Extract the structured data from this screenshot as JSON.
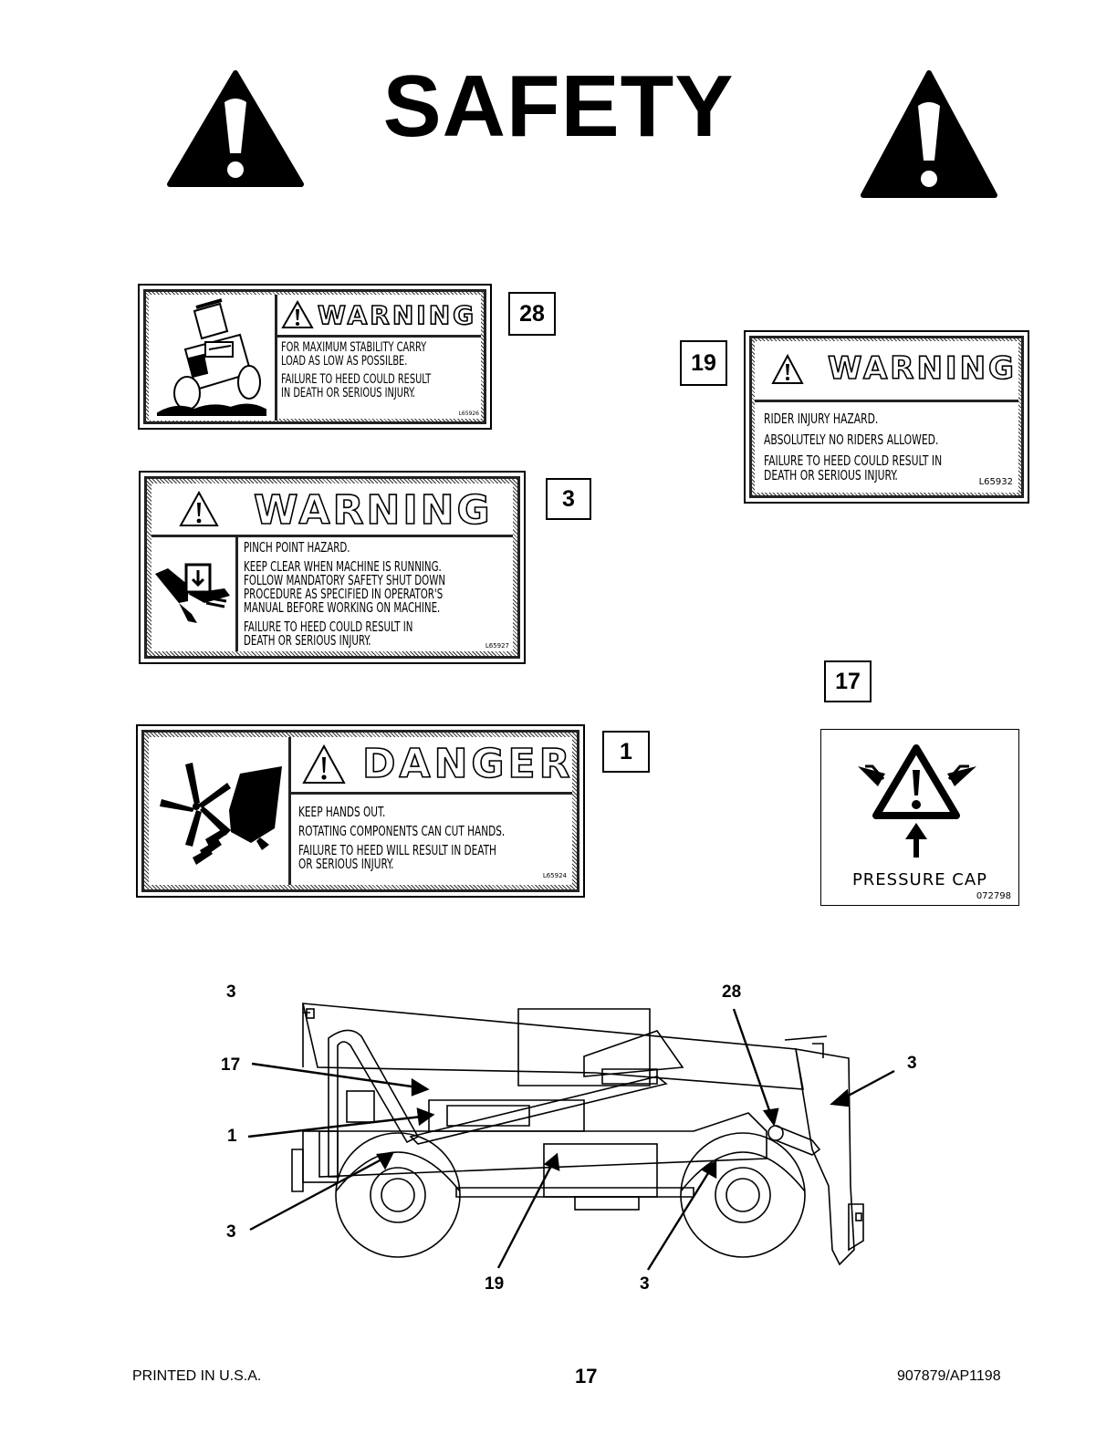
{
  "page": {
    "title": "SAFETY",
    "footer_left": "PRINTED IN U.S.A.",
    "page_number": "17",
    "footer_right": "907879/AP1198"
  },
  "decals": {
    "d28": {
      "callout": "28",
      "header": "WARNING",
      "lines": [
        "FOR MAXIMUM STABILITY CARRY",
        "LOAD AS LOW AS POSSILBE.",
        "FAILURE TO HEED COULD RESULT",
        "IN DEATH OR SERIOUS INJURY."
      ],
      "code": "L65926"
    },
    "d19": {
      "callout": "19",
      "header": "WARNING",
      "lines": [
        "RIDER INJURY HAZARD.",
        "ABSOLUTELY NO RIDERS ALLOWED.",
        "FAILURE TO HEED COULD RESULT IN",
        "DEATH OR SERIOUS INJURY."
      ],
      "code": "L65932"
    },
    "d3": {
      "callout": "3",
      "header": "WARNING",
      "lines": [
        "PINCH POINT HAZARD.",
        "KEEP CLEAR WHEN MACHINE IS RUNNING.",
        "FOLLOW MANDATORY SAFETY SHUT DOWN",
        "PROCEDURE AS SPECIFIED IN OPERATOR'S",
        "MANUAL BEFORE WORKING ON MACHINE.",
        "FAILURE TO HEED COULD RESULT IN",
        "DEATH OR SERIOUS INJURY."
      ],
      "code": "L65927"
    },
    "d1": {
      "callout": "1",
      "header": "DANGER",
      "lines": [
        "KEEP HANDS OUT.",
        "ROTATING COMPONENTS CAN CUT HANDS.",
        "FAILURE TO HEED WILL RESULT IN DEATH",
        "OR SERIOUS INJURY."
      ],
      "code": "L65924"
    },
    "d17": {
      "callout": "17",
      "label": "PRESSURE CAP",
      "code": "072798"
    }
  },
  "diagram_labels": {
    "l3_top_left": "3",
    "l17": "17",
    "l1": "1",
    "l3_left_wheel": "3",
    "l19": "19",
    "l3_bottom": "3",
    "l28": "28",
    "l3_right": "3"
  }
}
